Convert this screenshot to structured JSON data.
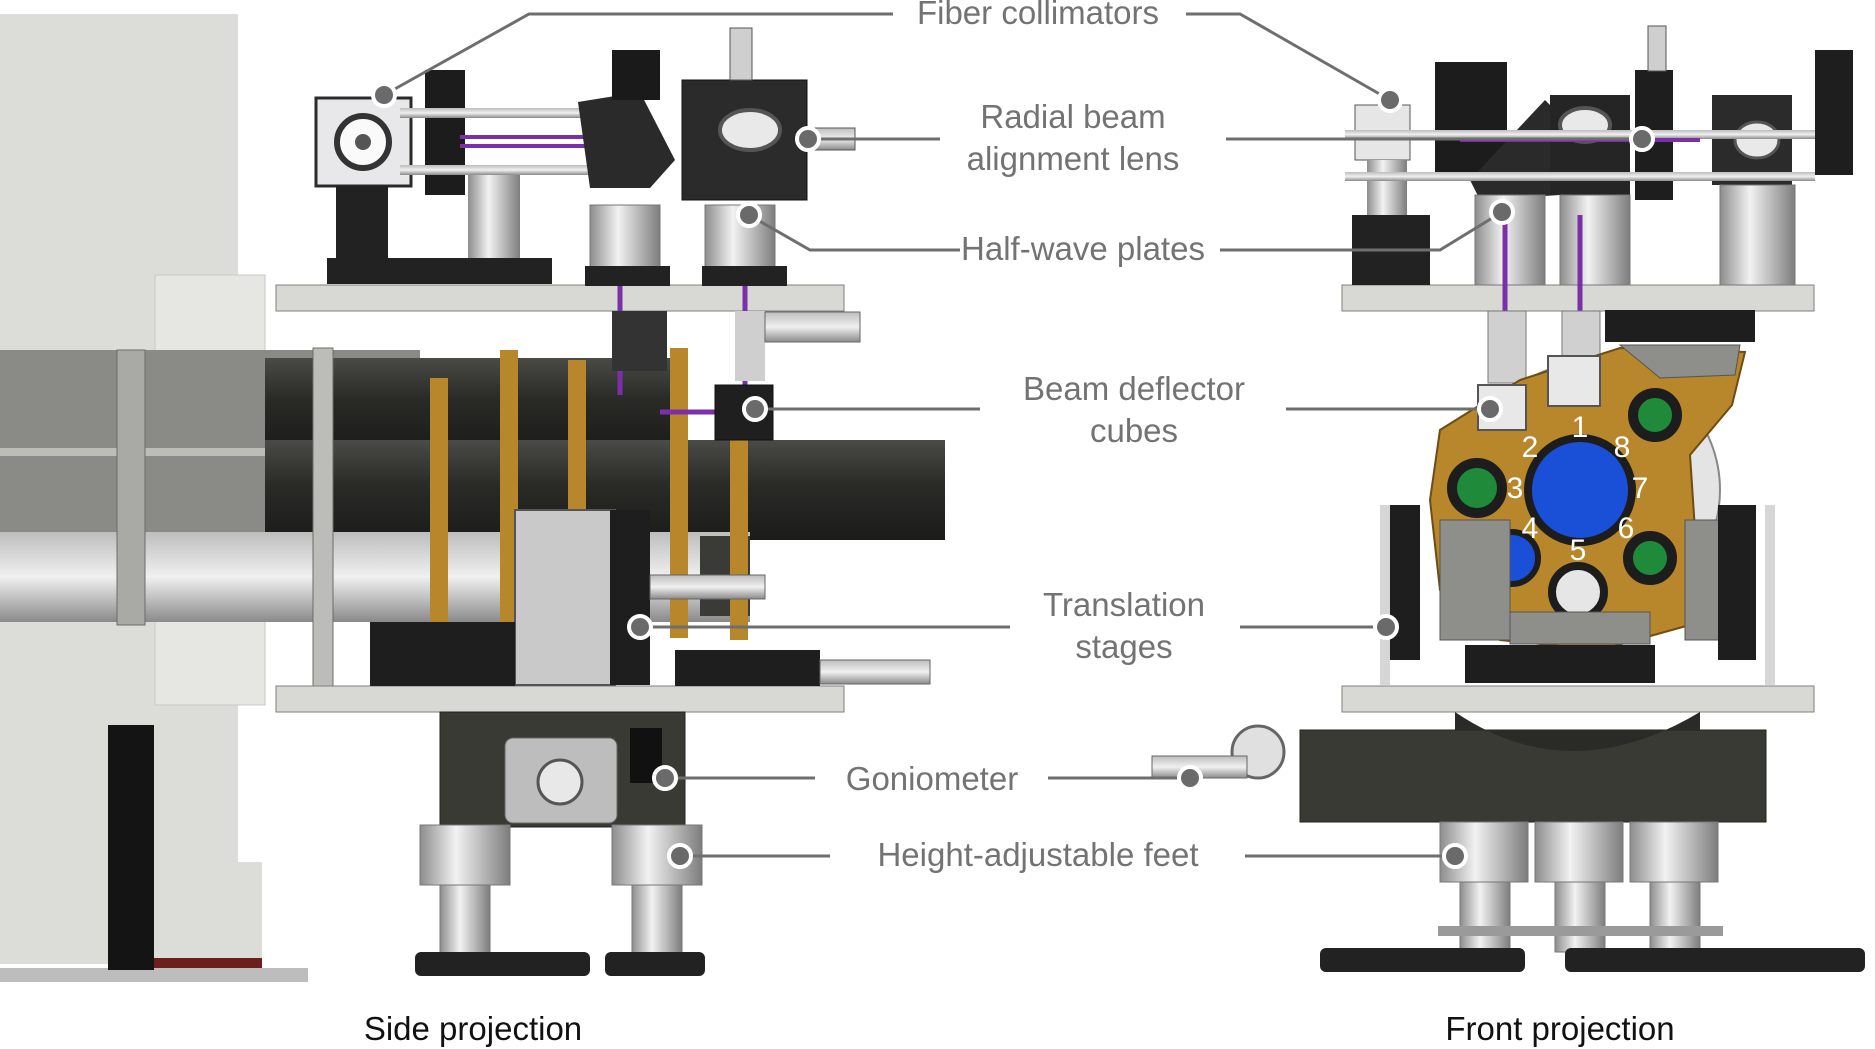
{
  "labels": {
    "fiber_collimators": "Fiber collimators",
    "radial_lens_line1": "Radial beam",
    "radial_lens_line2": "alignment lens",
    "half_wave_plates": "Half-wave plates",
    "beam_deflector_line1": "Beam deflector",
    "beam_deflector_line2": "cubes",
    "translation_line1": "Translation",
    "translation_line2": "stages",
    "goniometer": "Goniometer",
    "feet": "Height-adjustable feet"
  },
  "captions": {
    "side": "Side projection",
    "front": "Front projection"
  },
  "port_numbers": [
    "1",
    "2",
    "3",
    "4",
    "5",
    "6",
    "7",
    "8"
  ],
  "colors": {
    "label_text": "#737373",
    "leader_line": "#6e6e6e",
    "beam_path": "#7b2fa8",
    "brass_plate": "#b8862b",
    "blue_lens": "#1a4fd8",
    "green_lens": "#1f8a3a"
  }
}
